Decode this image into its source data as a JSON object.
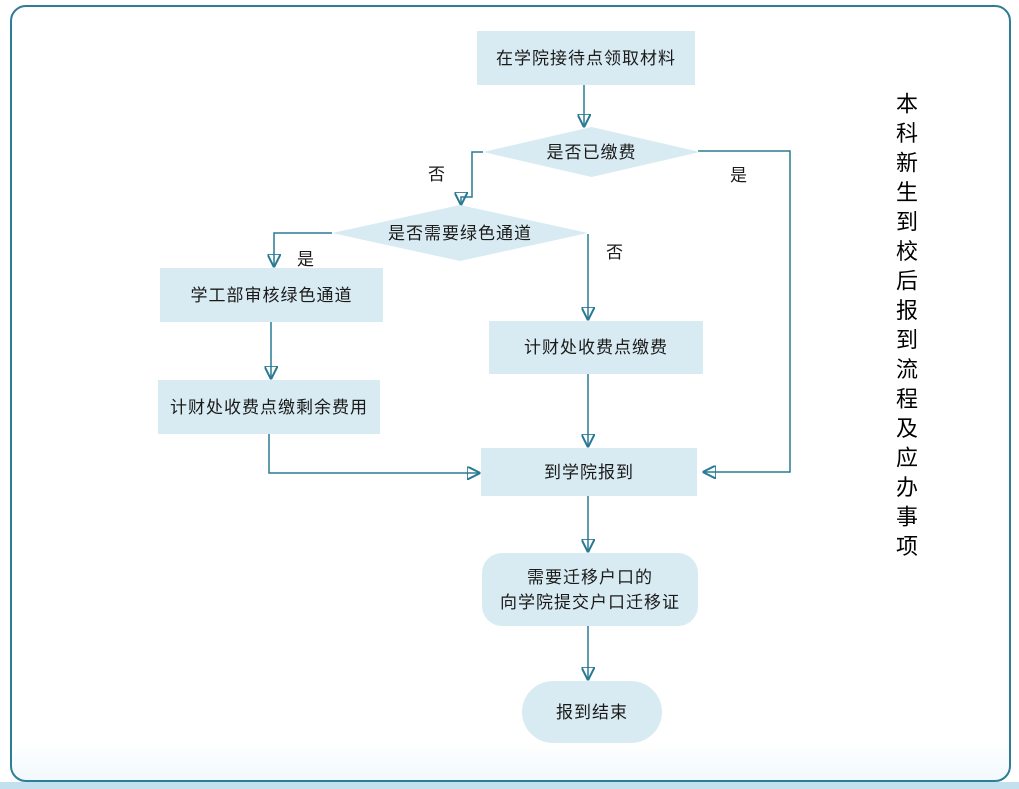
{
  "title": "本科新生到校后报到流程及应办事项",
  "colors": {
    "frame_border": "#2e7d96",
    "connector_line": "#2a7a94",
    "node_fill": "#d9ebf2",
    "bottom_strip": "#c2e0ee",
    "text": "#1a1a1a"
  },
  "nodes": {
    "receive": {
      "type": "process",
      "label": "在学院接待点领取材料"
    },
    "paid": {
      "type": "decision",
      "label": "是否已缴费"
    },
    "green": {
      "type": "decision",
      "label": "是否需要绿色通道"
    },
    "audit": {
      "type": "process",
      "label": "学工部审核绿色通道"
    },
    "pay_rest": {
      "type": "process",
      "label": "计财处收费点缴剩余费用"
    },
    "pay": {
      "type": "process",
      "label": "计财处收费点缴费"
    },
    "register": {
      "type": "process",
      "label": "到学院报到"
    },
    "hukou": {
      "type": "rounded",
      "label_line1": "需要迁移户口的",
      "label_line2": "向学院提交户口迁移证"
    },
    "end": {
      "type": "terminator",
      "label": "报到结束"
    }
  },
  "edge_labels": {
    "paid_no": "否",
    "paid_yes": "是",
    "green_yes": "是",
    "green_no": "否"
  }
}
